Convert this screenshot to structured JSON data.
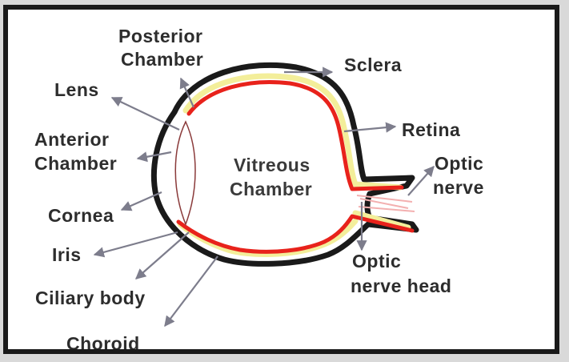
{
  "diagram": {
    "labels": {
      "posterior_chamber": [
        "Posterior",
        "Chamber"
      ],
      "sclera": "Sclera",
      "lens": "Lens",
      "retina": "Retina",
      "anterior_chamber": [
        "Anterior",
        "Chamber"
      ],
      "vitreous_chamber": [
        "Vitreous",
        "Chamber"
      ],
      "optic_nerve": [
        "Optic",
        "nerve"
      ],
      "cornea": "Cornea",
      "iris": "Iris",
      "optic_nerve_head": [
        "Optic",
        "nerve head"
      ],
      "ciliary_body": "Ciliary body",
      "choroid": "Choroid"
    },
    "colors": {
      "sclera": "#1a1a1a",
      "choroid": "#f3ee9a",
      "retina": "#e8221b",
      "arrow": "#7d7d8c",
      "text": "#2d2d2d"
    }
  }
}
